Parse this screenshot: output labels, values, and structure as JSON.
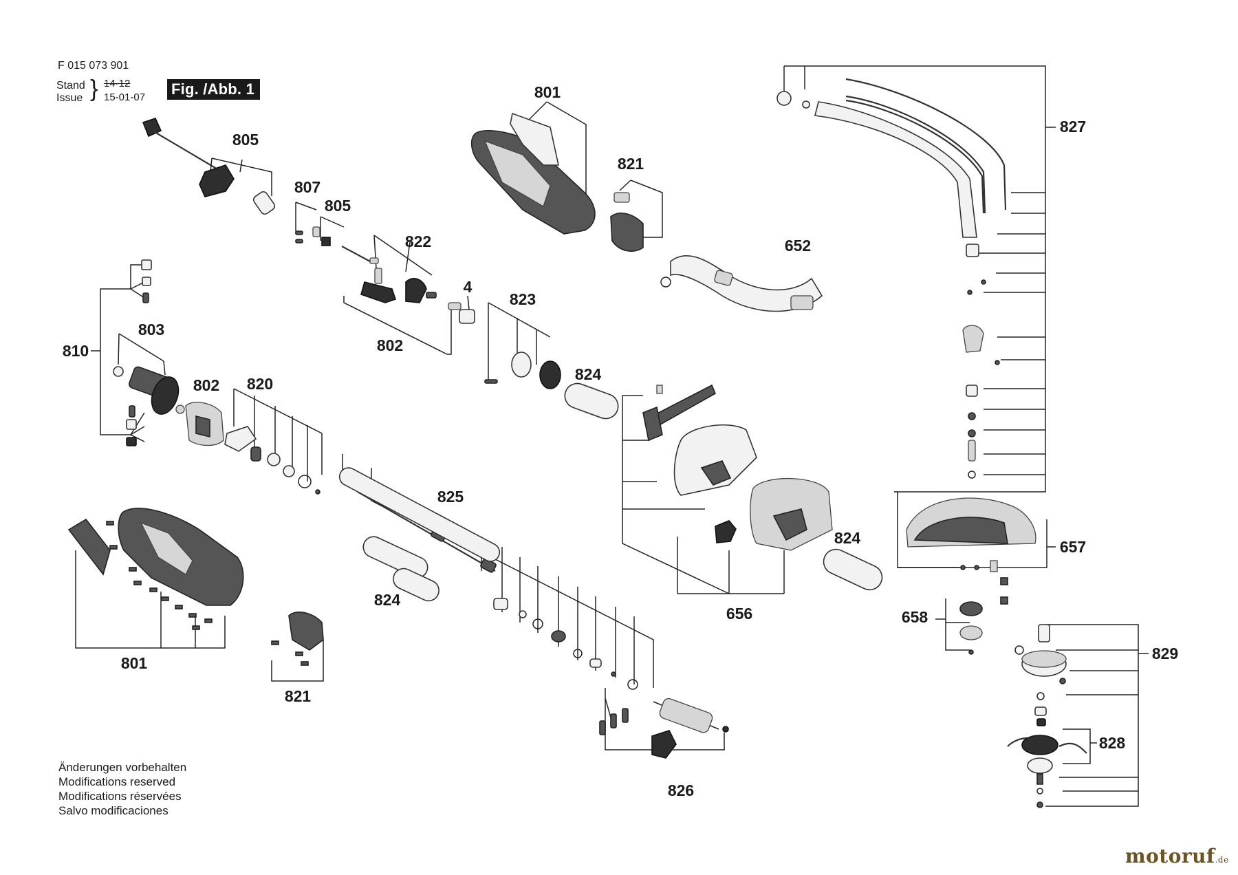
{
  "header": {
    "part_number": "F 015 073 901",
    "stand_label": "Stand",
    "issue_label": "Issue",
    "stand_value": "14-12",
    "issue_value": "15-01-07",
    "figure_label": "Fig. /Abb. 1"
  },
  "callouts": {
    "c801_top": "801",
    "c805_top": "805",
    "c807": "807",
    "c805_mid": "805",
    "c822": "822",
    "c4": "4",
    "c802_mid": "802",
    "c810": "810",
    "c803": "803",
    "c802_left": "802",
    "c820": "820",
    "c821_top": "821",
    "c823": "823",
    "c824_a": "824",
    "c825": "825",
    "c824_b": "824",
    "c652": "652",
    "c824_c": "824",
    "c656": "656",
    "c801_bottom": "801",
    "c821_bottom": "821",
    "c826": "826",
    "c827": "827",
    "c657": "657",
    "c658": "658",
    "c829": "829",
    "c828": "828"
  },
  "notes": [
    "Änderungen vorbehalten",
    "Modifications reserved",
    "Modifications réservées",
    "Salvo modificaciones"
  ],
  "watermark": {
    "main": "motoruf",
    "suffix": ".de",
    "main_color": "#6b5420",
    "accent_color": "#c9a233"
  }
}
